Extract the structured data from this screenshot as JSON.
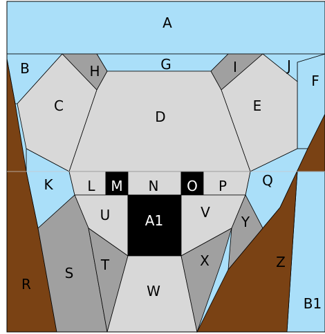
{
  "colors": {
    "sky": "#aadff9",
    "light_gray": "#d8d8d8",
    "mid_gray": "#a0a0a0",
    "brown": "#7a4214",
    "black": "#000000",
    "white": "#ffffff"
  },
  "pieces": [
    {
      "id": "A",
      "label": "A",
      "color": "sky"
    },
    {
      "id": "B",
      "label": "B",
      "color": "sky"
    },
    {
      "id": "C",
      "label": "C",
      "color": "light_gray"
    },
    {
      "id": "D",
      "label": "D",
      "color": "light_gray"
    },
    {
      "id": "E",
      "label": "E",
      "color": "light_gray"
    },
    {
      "id": "F",
      "label": "F",
      "color": "sky"
    },
    {
      "id": "G",
      "label": "G",
      "color": "sky"
    },
    {
      "id": "H",
      "label": "H",
      "color": "mid_gray"
    },
    {
      "id": "I",
      "label": "I",
      "color": "mid_gray"
    },
    {
      "id": "J",
      "label": "J",
      "color": "sky"
    },
    {
      "id": "K",
      "label": "K",
      "color": "sky"
    },
    {
      "id": "L",
      "label": "L",
      "color": "light_gray"
    },
    {
      "id": "M",
      "label": "M",
      "color": "black"
    },
    {
      "id": "N",
      "label": "N",
      "color": "light_gray"
    },
    {
      "id": "O",
      "label": "O",
      "color": "black"
    },
    {
      "id": "P",
      "label": "P",
      "color": "light_gray"
    },
    {
      "id": "Q",
      "label": "Q",
      "color": "sky"
    },
    {
      "id": "R",
      "label": "R",
      "color": "brown"
    },
    {
      "id": "S",
      "label": "S",
      "color": "mid_gray"
    },
    {
      "id": "T",
      "label": "T",
      "color": "mid_gray"
    },
    {
      "id": "U",
      "label": "U",
      "color": "light_gray"
    },
    {
      "id": "A1",
      "label": "A1",
      "color": "black"
    },
    {
      "id": "V",
      "label": "V",
      "color": "light_gray"
    },
    {
      "id": "W",
      "label": "W",
      "color": "light_gray"
    },
    {
      "id": "X",
      "label": "X",
      "color": "mid_gray"
    },
    {
      "id": "Y",
      "label": "Y",
      "color": "mid_gray"
    },
    {
      "id": "Z",
      "label": "Z",
      "color": "brown"
    },
    {
      "id": "B1",
      "label": "B1",
      "color": "sky"
    }
  ]
}
